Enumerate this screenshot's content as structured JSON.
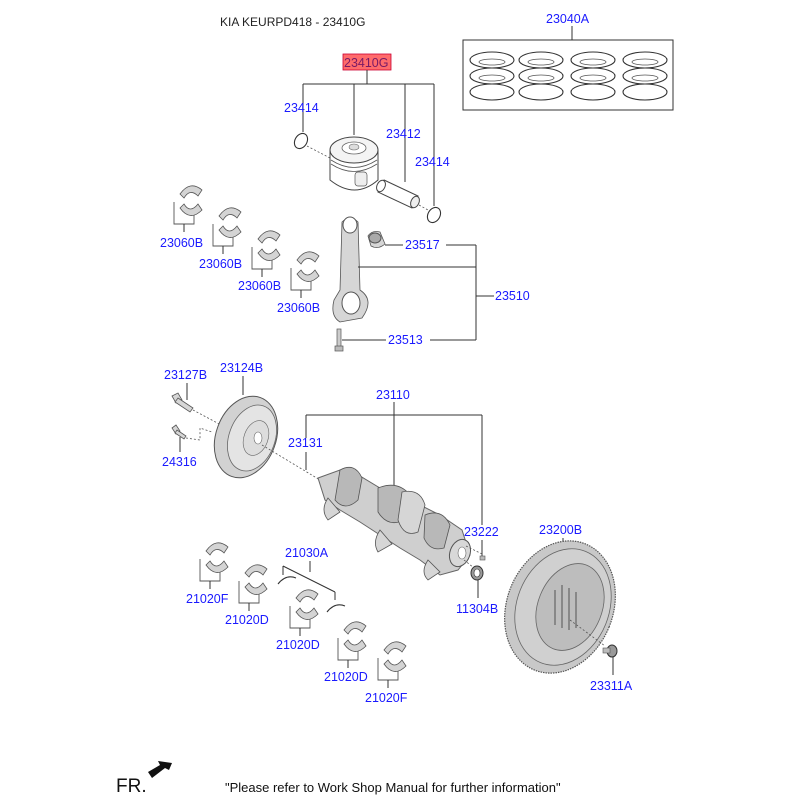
{
  "header": {
    "title": "KIA KEURPD418 - 23410G"
  },
  "highlight_color": "#ff6b6b",
  "label_color": "#1a1aff",
  "parts": {
    "rings_set": "23040A",
    "piston_assy": "23410G",
    "snap_ring_left": "23414",
    "piston_pin": "23412",
    "snap_ring_right": "23414",
    "conrod_bearing_1": "23060B",
    "conrod_bearing_2": "23060B",
    "conrod_bearing_3": "23060B",
    "conrod_bearing_4": "23060B",
    "bushing": "23517",
    "conrod_assy": "23510",
    "conrod_bolt": "23513",
    "pulley_bolt": "23127B",
    "damper_pulley": "23124B",
    "pulley_washer_bolt": "24316",
    "crankshaft_assy": "23110",
    "key": "23131",
    "pin": "23222",
    "thrust_washer_set": "21030A",
    "main_bearing_f1": "21020F",
    "main_bearing_d1": "21020D",
    "main_bearing_d2": "21020D",
    "main_bearing_d3": "21020D",
    "main_bearing_f2": "21020F",
    "bearing_seal": "11304B",
    "flywheel": "23200B",
    "flywheel_bolt": "23311A"
  },
  "footer": {
    "direction_label": "FR.",
    "note": "\"Please refer to Work Shop Manual for further information\""
  }
}
